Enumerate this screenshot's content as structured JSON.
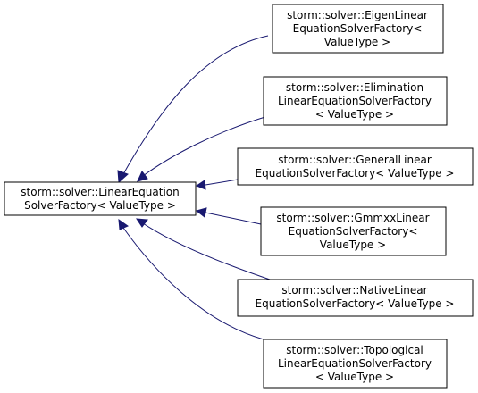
{
  "diagram": {
    "base_class": {
      "lines": [
        "storm::solver::LinearEquation",
        "SolverFactory< ValueType >"
      ]
    },
    "derived_classes": [
      {
        "lines": [
          "storm::solver::EigenLinear",
          "EquationSolverFactory<",
          "ValueType >"
        ]
      },
      {
        "lines": [
          "storm::solver::Elimination",
          "LinearEquationSolverFactory",
          "< ValueType >"
        ]
      },
      {
        "lines": [
          "storm::solver::GeneralLinear",
          "EquationSolverFactory< ValueType >"
        ]
      },
      {
        "lines": [
          "storm::solver::GmmxxLinear",
          "EquationSolverFactory<",
          "ValueType >"
        ]
      },
      {
        "lines": [
          "storm::solver::NativeLinear",
          "EquationSolverFactory< ValueType >"
        ]
      },
      {
        "lines": [
          "storm::solver::Topological",
          "LinearEquationSolverFactory",
          "< ValueType >"
        ]
      }
    ],
    "colors": {
      "edge": "#191970",
      "node_border": "#000000",
      "node_fill": "#ffffff"
    }
  }
}
